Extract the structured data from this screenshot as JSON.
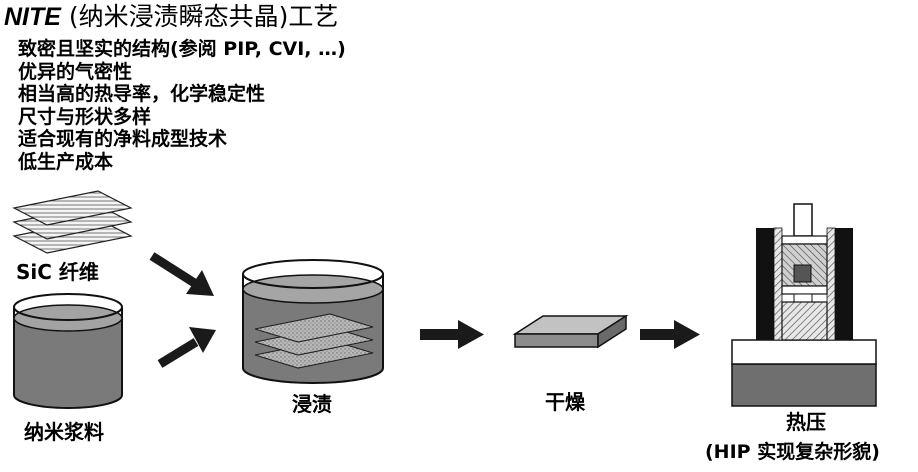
{
  "title": {
    "latin": "NITE",
    "chinese": "(纳米浸渍瞬态共晶)工艺"
  },
  "bullets": [
    "致密且坚实的结构(参阅 PIP, CVI, …)",
    "优异的气密性",
    "相当高的热导率，化学稳定性",
    "尺寸与形状多样",
    "适合现有的净料成型技术",
    "低生产成本"
  ],
  "labels": {
    "sic_fiber": "SiC 纤维",
    "nano_slurry": "纳米浆料",
    "impregnation": "浸渍",
    "drying": "干燥",
    "hot_pressing": "热压",
    "hip_note": "(HIP 实现复杂形貌)"
  },
  "colors": {
    "arrow": "#1a1a1a",
    "liquid": "#7a7a7a",
    "plate": "#a0a0a0",
    "steel": "#111111"
  }
}
